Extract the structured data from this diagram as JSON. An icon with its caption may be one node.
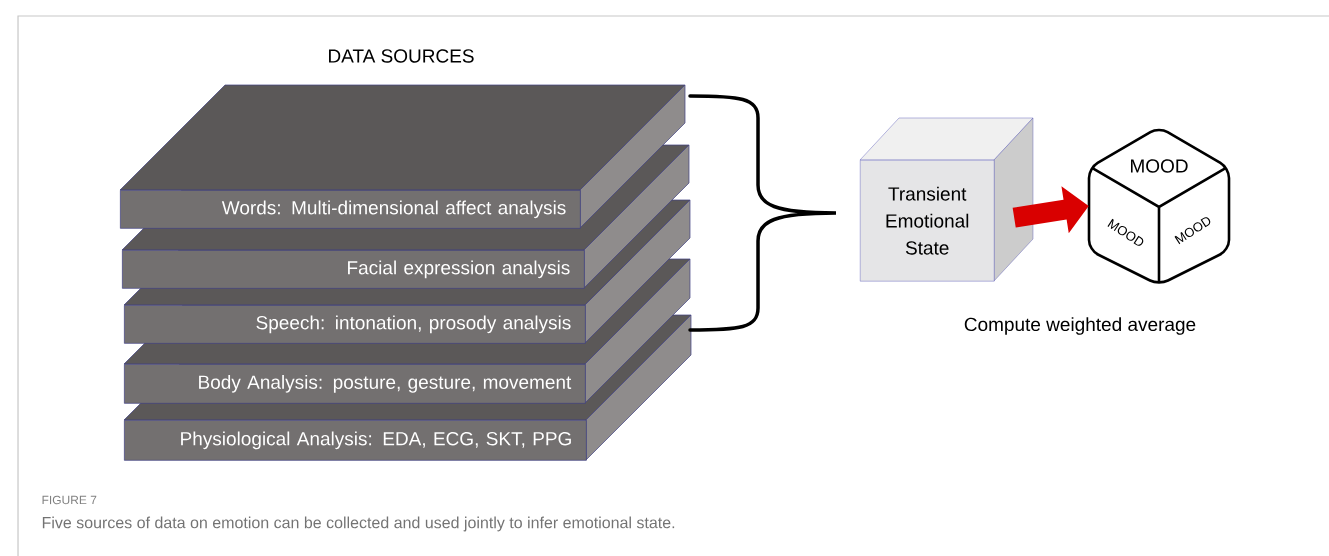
{
  "diagram": {
    "title": "DATA SOURCES",
    "caption": "Five sources of data on emotion can be collected and used jointly to infer emotional state.",
    "nodes": [
      {
        "text": [
          "Words: Multi-dimensional affect analysis"
        ]
      },
      {
        "text": [
          "Facial expression analysis"
        ]
      },
      {
        "text": [
          "Speech: intonation, prosody analysis"
        ]
      },
      {
        "text": [
          "Body Analysis: posture, gesture, movement"
        ]
      },
      {
        "text": [
          "Physiological Analysis: EDA, ECG, SKT, PPG"
        ]
      },
      {
        "text": [
          "Transient Emotional State"
        ]
      },
      {
        "text": [
          "MOOD",
          "MOOD",
          "MOOD"
        ]
      }
    ],
    "edges": [
      {
        "from": 5,
        "to": 6,
        "arrow": "to"
      }
    ],
    "labels": [
      "Compute weighted average",
      "FIGURE 7"
    ]
  }
}
